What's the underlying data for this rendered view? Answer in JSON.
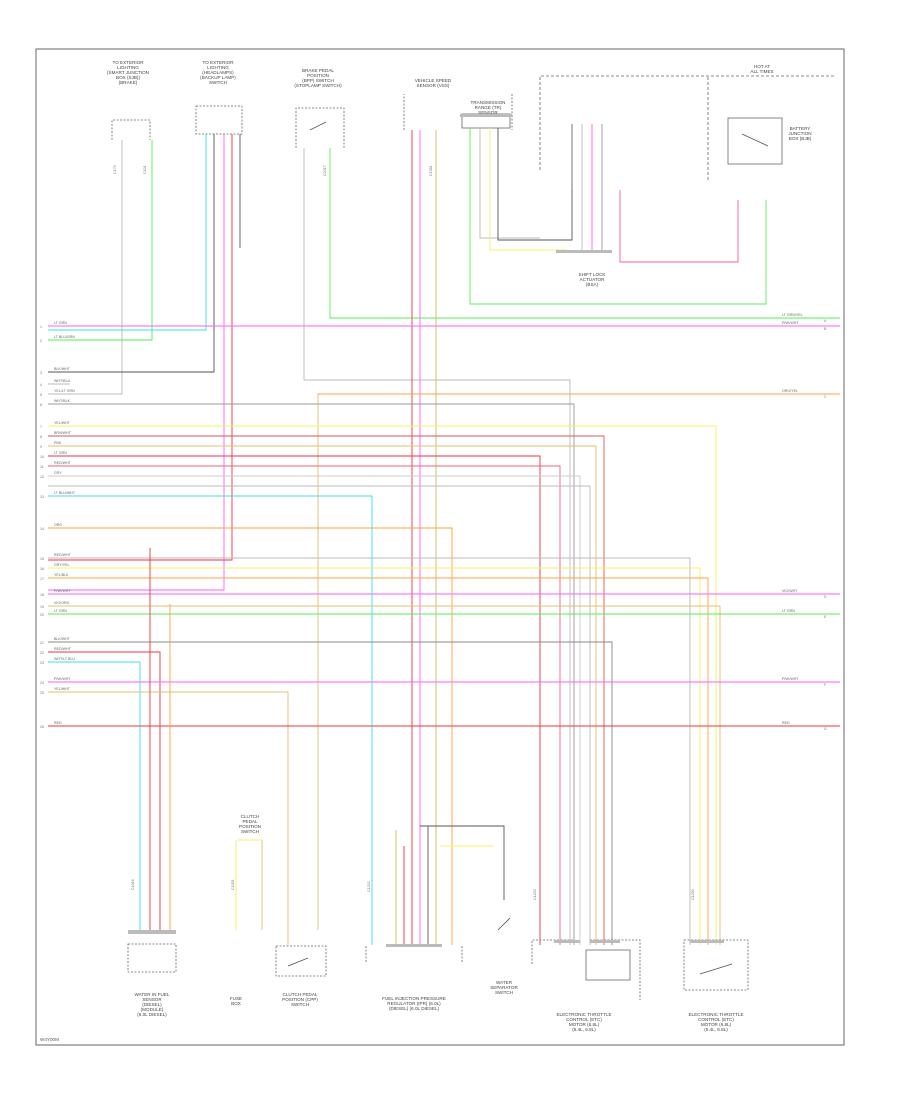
{
  "diagram": {
    "footer_code": "W4Y00M",
    "components": {
      "c1": [
        "TO EXTERIOR",
        "LIGHTING",
        "(SMART JUNCTION",
        "BOX (SJB))",
        "(BRAKE)"
      ],
      "c2": [
        "TO EXTERIOR",
        "LIGHTING",
        "(HEADLAMPS)",
        "(BACKUP LAMP)",
        "SWITCH"
      ],
      "c3": [
        "BRAKE PEDAL",
        "POSITION",
        "(BPP) SWITCH",
        "(STOPLAMP SWITCH)"
      ],
      "c4": [
        "VEHICLE SPEED",
        "SENSOR (VSS)"
      ],
      "c5": [
        "TRANSMISSION",
        "RANGE (TR)",
        "SENSOR"
      ],
      "c6": [
        "HOT AT",
        "ALL TIMES"
      ],
      "c7": [
        "BATTERY",
        "JUNCTION",
        "BOX (BJB)"
      ],
      "c8": [
        "SHIFT LOCK",
        "ACTUATOR",
        "(BSA)"
      ],
      "c9": [
        "WATER IN FUEL",
        "SENSOR",
        "(DIESEL)",
        "(MODULE)",
        "(6.0L DIESEL)"
      ],
      "c10": [
        "FUSE",
        "BOX"
      ],
      "c11": [
        "CLUTCH",
        "PEDAL",
        "POSITION",
        "SWITCH"
      ],
      "c12": [
        "CLUTCH PEDAL",
        "POSITION (CPP)",
        "SWITCH"
      ],
      "c13": [
        "FUEL INJECTION PRESSURE",
        "REGULATOR (IPR) (6.0L)",
        "(DIESEL) (6.0L DIESEL)"
      ],
      "c14": [
        "WATER",
        "SEPARATOR",
        "SWITCH"
      ],
      "c15": [
        "ELECTRONIC THROTTLE",
        "CONTROL (ETC)",
        "MOTOR (6.8L)",
        "(5.4L, 6.8L)"
      ],
      "c16": [
        "ELECTRONIC THROTTLE",
        "CONTROL (ETC)",
        "MOTOR (6.8L)",
        "(5.4L, 6.8L)"
      ]
    },
    "left_wire_labels": [
      "LT GRN",
      "LT BLU/GRN",
      "BLK/WHT",
      "WHT/BLU",
      "YEL/LT GRN",
      "WHT/BLK",
      "YEL/WHT",
      "BRN/WHT",
      "PNK",
      "LT GRN",
      "RED/WHT",
      "GRY",
      "LT BLU/WHT",
      "ORG",
      "RED/WHT",
      "GRY/YEL",
      "YEL/BLK",
      "PNK/WHT",
      "VIO/ORG",
      "LT GRN",
      "BLK/WHT",
      "RED/WHT",
      "WHT/LT BLU",
      "PNK/WHT",
      "YEL/WHT",
      "RED"
    ],
    "right_wire_labels": [
      "LT GRN/YEL",
      "PNK/WHT",
      "ORG/YEL",
      "VIO/WHT",
      "LT GRN",
      "PNK/WHT",
      "RED"
    ],
    "right_letters": [
      "A",
      "B",
      "C",
      "D",
      "E",
      "F",
      "G"
    ],
    "pin_numbers": [
      "1",
      "2",
      "3",
      "4",
      "5",
      "6",
      "7",
      "8",
      "9",
      "10",
      "11",
      "12",
      "13",
      "14",
      "15",
      "16",
      "17",
      "18",
      "19",
      "20",
      "21",
      "22",
      "23",
      "24",
      "25",
      "26"
    ],
    "connectors": [
      "C170",
      "C101",
      "C2017",
      "C1381",
      "C1016",
      "C1551",
      "C1232",
      "C1233",
      "C1230"
    ],
    "colors": {
      "pink": "#ff5cff",
      "green": "#55ee55",
      "cyan": "#33e0ee",
      "yellow": "#f5f064",
      "orange": "#ffa040",
      "red": "#ee3340",
      "gray": "#999999",
      "dark": "#555555",
      "lightgray": "#bbbbbb",
      "tan": "#e0c070",
      "violet": "#cc55ee"
    }
  }
}
